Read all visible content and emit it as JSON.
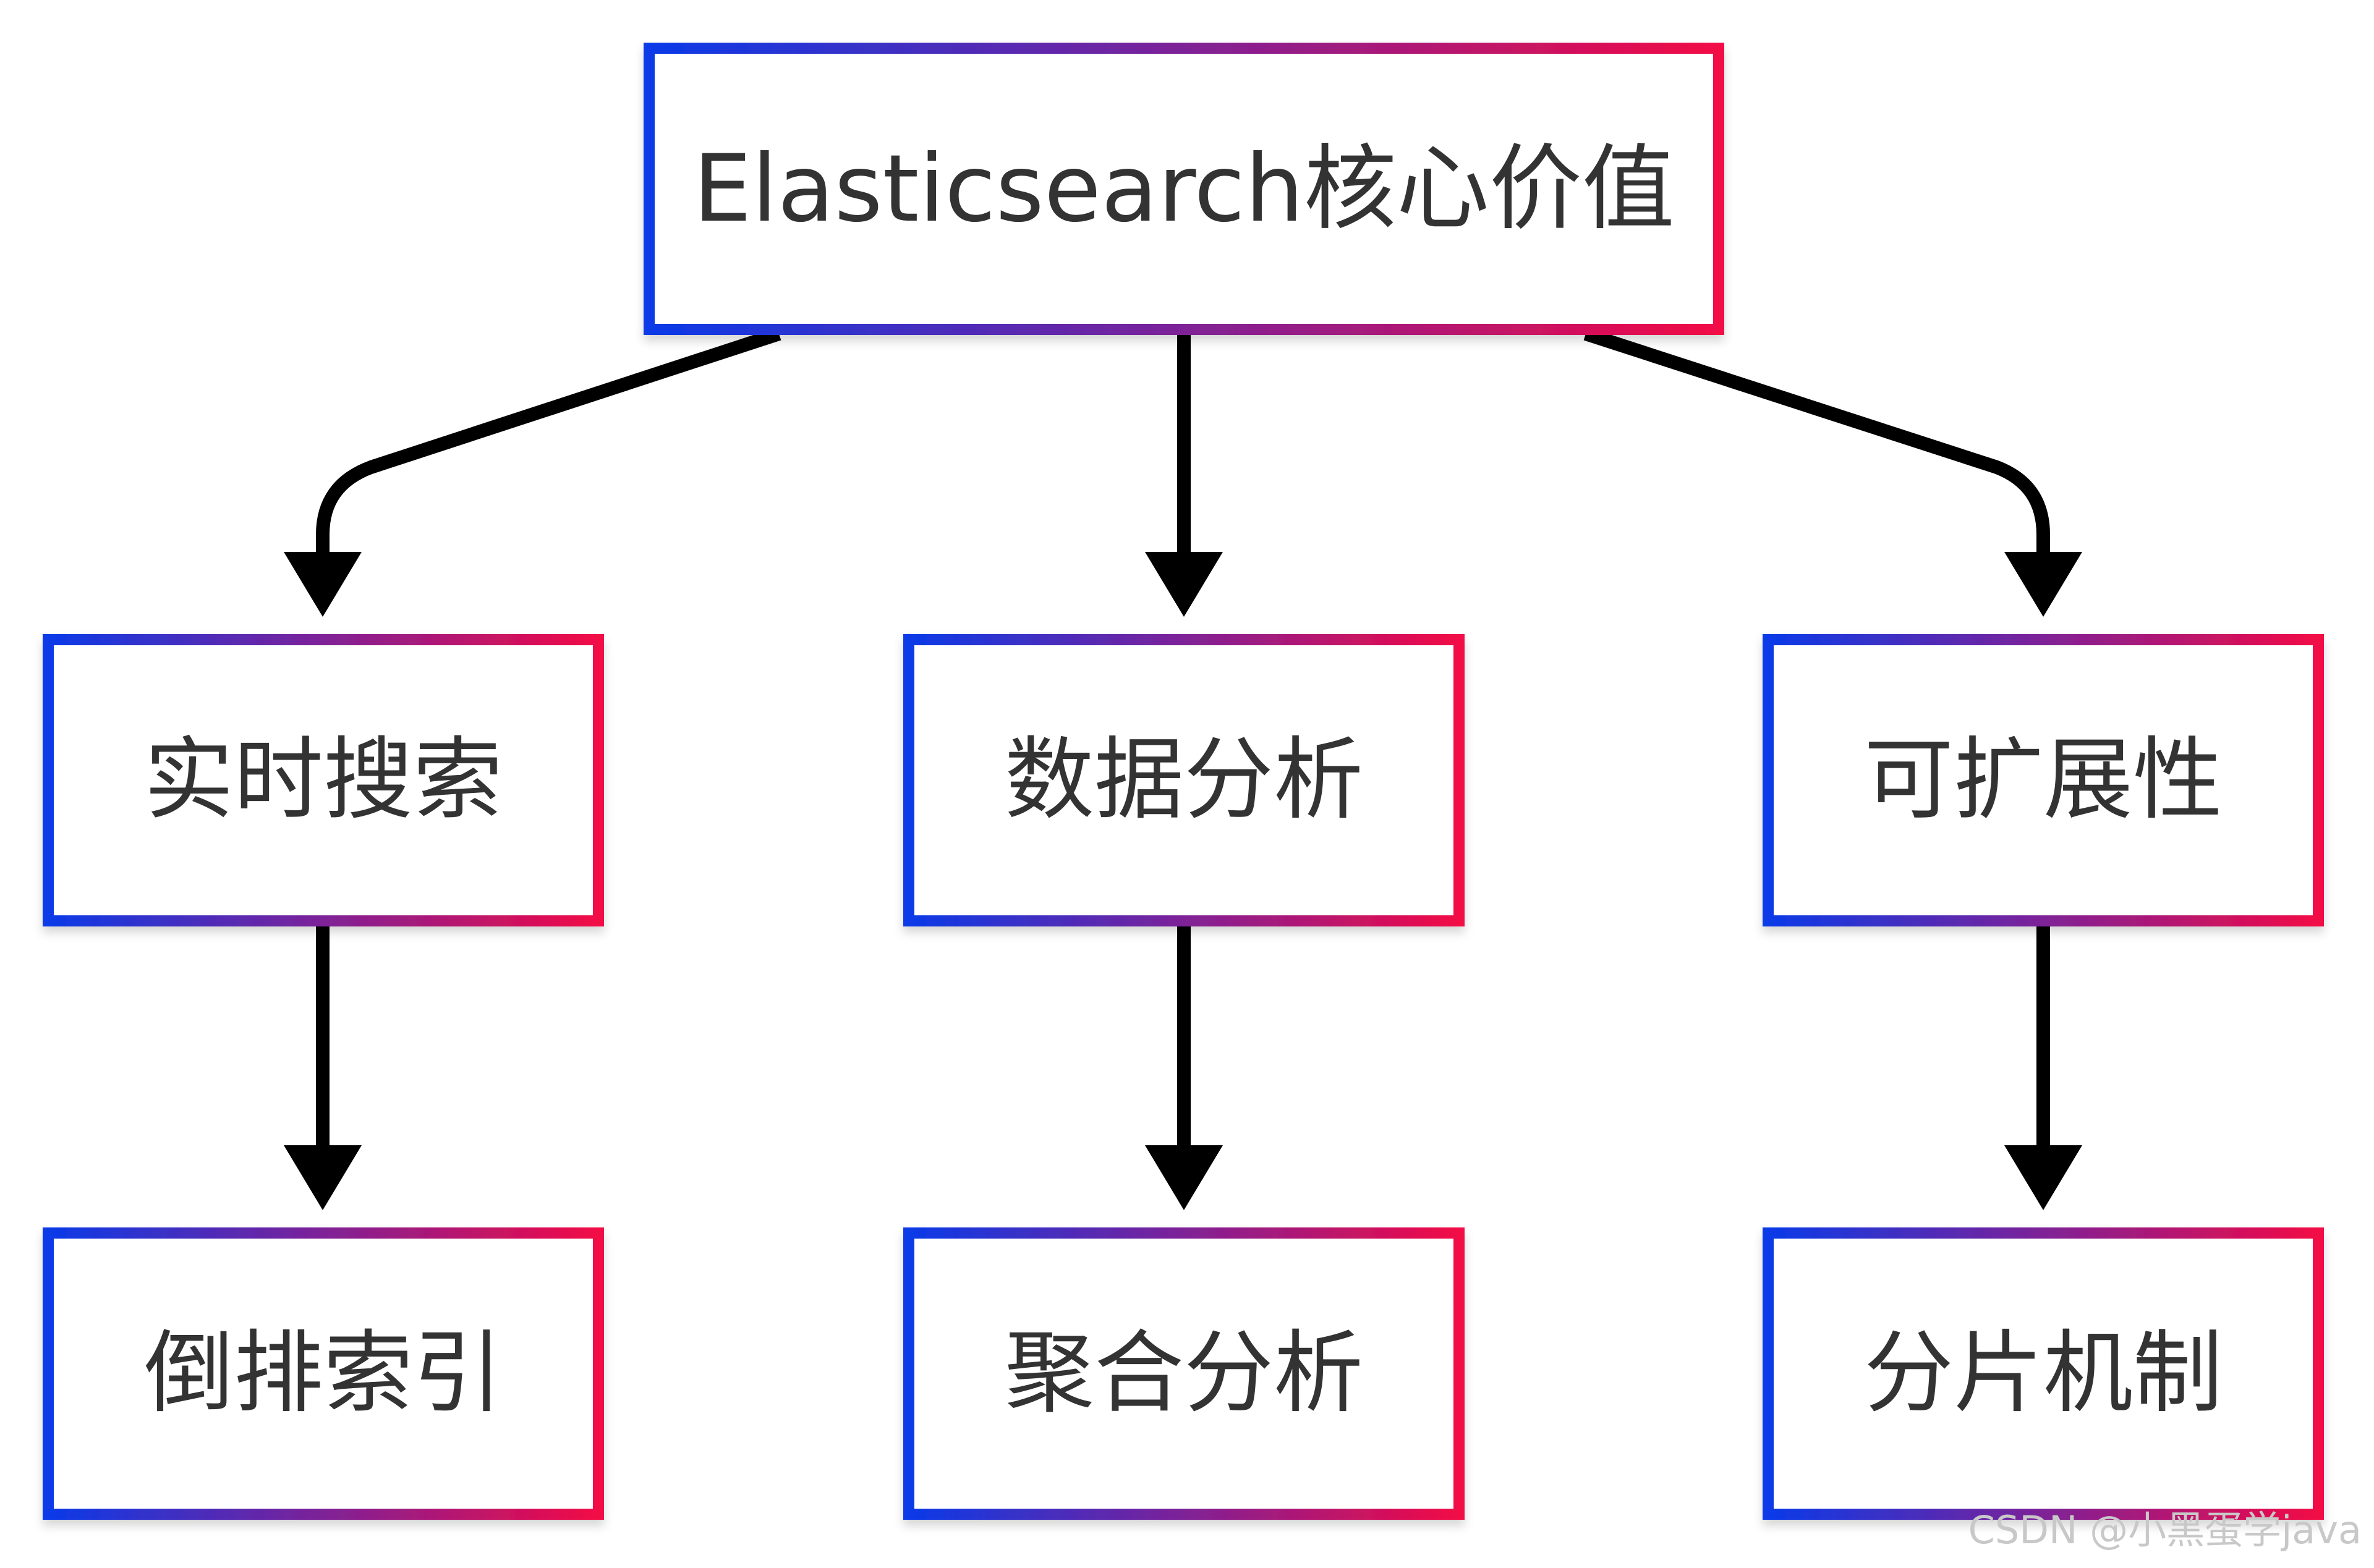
{
  "diagram": {
    "root": {
      "label": "Elasticsearch核心价值"
    },
    "branches": [
      {
        "label": "实时搜索",
        "child": {
          "label": "倒排索引"
        }
      },
      {
        "label": "数据分析",
        "child": {
          "label": "聚合分析"
        }
      },
      {
        "label": "可扩展性",
        "child": {
          "label": "分片机制"
        }
      }
    ]
  },
  "watermark": "CSDN @小黑蛋学java",
  "colors": {
    "border_gradient_start": "#0a3ae8",
    "border_gradient_end": "#f20a46",
    "text": "#333333",
    "arrow": "#000000"
  }
}
